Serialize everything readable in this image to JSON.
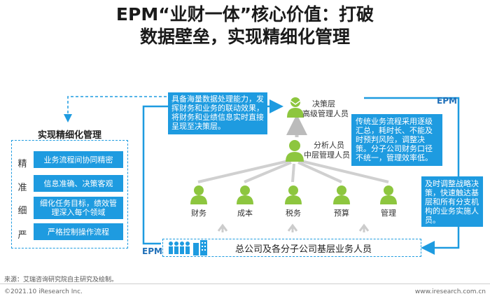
{
  "title": {
    "line1": "EPM“业财一体”核心价值：打破",
    "line2": "数据壁垒，实现精细化管理"
  },
  "left_panel": {
    "title": "实现精细化管理",
    "chars": [
      "精",
      "准",
      "细",
      "严"
    ],
    "items": [
      "业务流程间协同精密",
      "信息准确、决策客观",
      "细化任务目标，绩效管理深入每个领域",
      "严格控制操作流程"
    ]
  },
  "callout_left": "具备海量数据处理能力，发挥财务和业务的联动效果，将财务和业绩信息实时直接呈现至决策层。",
  "callout_right": "传统业务流程采用逐级汇总，耗时长、不能及时预判风险，调整决策。分子公司财务口径不统一，管理效率低。",
  "callout_far_right": "及时调整战略决策，快速触达基层和所有分支机构的业务实施人员。",
  "decision_layer": {
    "line1": "决策层",
    "line2": "高级管理人员"
  },
  "middle_layer": {
    "line1": "分析人员",
    "line2": "中层管理人员"
  },
  "departments": [
    "财务",
    "成本",
    "税务",
    "预算",
    "管理"
  ],
  "bottom_label": "总公司及各分子公司基层业务人员",
  "epm_label_left": "EPM",
  "epm_label_right": "EPM",
  "footer": {
    "source": "来源：艾瑞咨询研究院自主研究及绘制。",
    "copyright": "©2021.10 iResearch Inc.",
    "url": "www.iresearch.com.cn"
  },
  "colors": {
    "accent": "#1e9be0",
    "person_green": "#8dc63f",
    "arrow_gray": "#c8c8c8"
  }
}
